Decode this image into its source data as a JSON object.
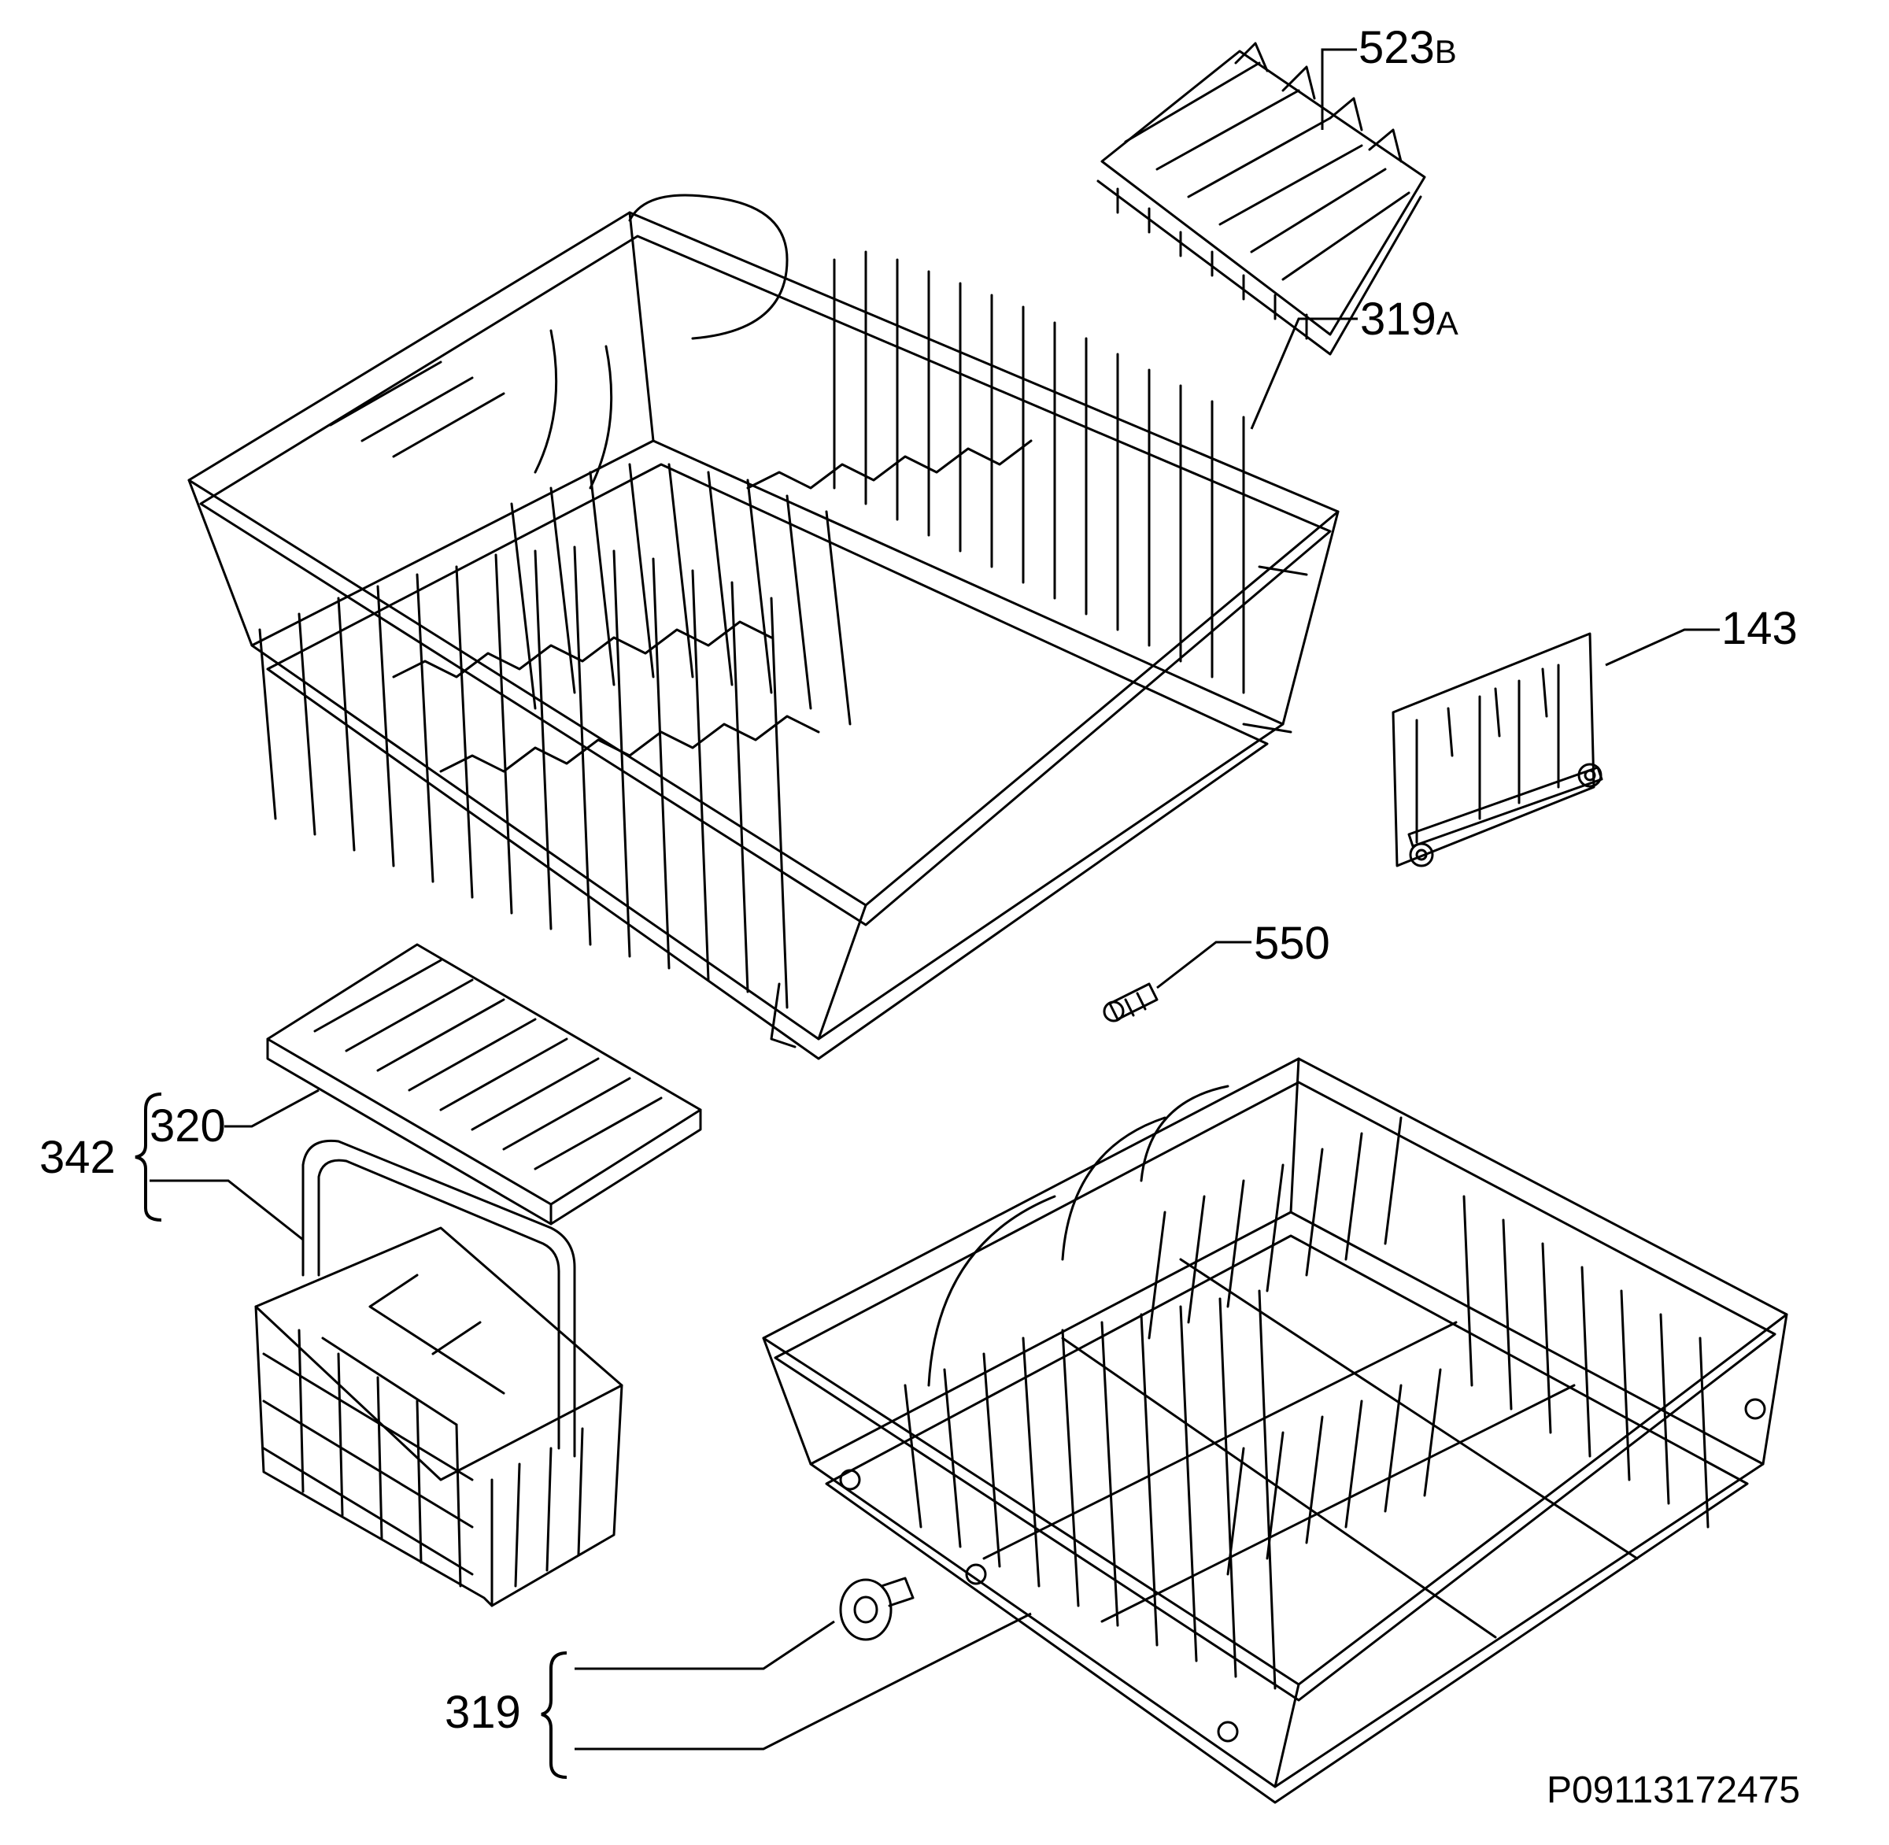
{
  "callouts": {
    "p523b": {
      "num": "523",
      "suffix": "B"
    },
    "p319a": {
      "num": "319",
      "suffix": "A"
    },
    "p143": {
      "num": "143"
    },
    "p550": {
      "num": "550"
    },
    "p320": {
      "num": "320"
    },
    "p342": {
      "num": "342"
    },
    "p319": {
      "num": "319"
    }
  },
  "drawing_code": "P09113172475"
}
